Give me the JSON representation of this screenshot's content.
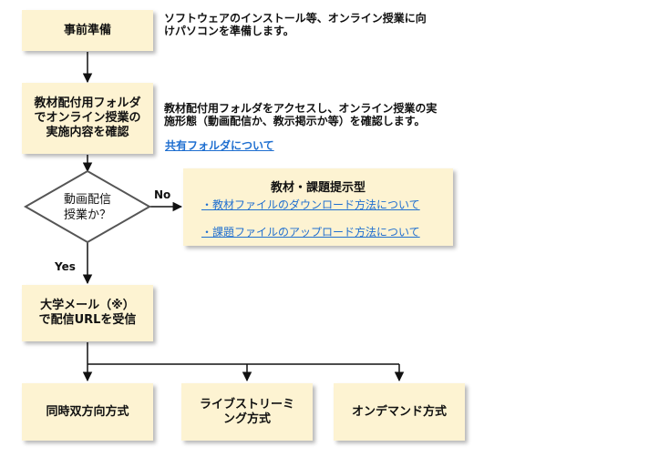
{
  "step_prepare": {
    "label": "事前準備",
    "note_line1": "ソフトウェアのインストール等、オンライン授業に向",
    "note_line2": "けパソコンを準備します。"
  },
  "step_folder": {
    "label_line1": "教材配付用フォルダ",
    "label_line2": "でオンライン授業の",
    "label_line3": "実施内容を確認",
    "note_line1": "教材配付用フォルダをアクセスし、オンライン授業の実",
    "note_line2": "施形態（動画配信か、教示掲示か等）を確認します。",
    "link": "共有フォルダについて"
  },
  "decision": {
    "line1": "動画配信",
    "line2": "授業か？",
    "no_label": "No",
    "yes_label": "Yes"
  },
  "presentation": {
    "title": "教材・課題提示型",
    "link1": "・教材ファイルのダウンロード方法について",
    "link2": "・課題ファイルのアップロード方法について"
  },
  "step_mail": {
    "line1": "大学メール（※）",
    "line2": "で配信URLを受信"
  },
  "methods": [
    {
      "label": "同時双方向方式"
    },
    {
      "label_line1": "ライブストリーミ",
      "label_line2": "ング方式"
    },
    {
      "label": "オンデマンド方式"
    }
  ]
}
